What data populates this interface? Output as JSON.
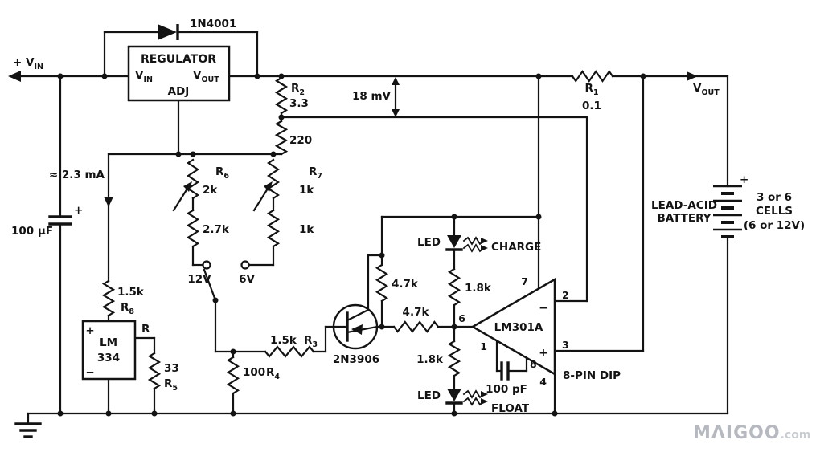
{
  "labels": {
    "vin_main": "+ V",
    "vin_sub": "IN",
    "diode": "1N4001",
    "reg_title": "REGULATOR",
    "reg_vin_main": "V",
    "reg_vin_sub": "IN",
    "reg_vout_main": "V",
    "reg_vout_sub": "OUT",
    "reg_adj": "ADJ",
    "r2_name": "R",
    "r2_sub": "2",
    "r2_val": "3.3",
    "r220": "220",
    "mv18": "18 mV",
    "i_adj": "≈ 2.3 mA",
    "cap_val": "100 µF",
    "cap_plus": "+",
    "r6_name": "R",
    "r6_sub": "6",
    "r6_val": "2k",
    "r27": "2.7k",
    "r7_name": "R",
    "r7_sub": "7",
    "r7_val": "1k",
    "r1k": "1k",
    "sw12": "12V",
    "sw6": "6V",
    "r8_val": "1.5k",
    "r8_name": "R",
    "r8_sub": "8",
    "lm334_top": "LM",
    "lm334_bot": "334",
    "lm334_plus": "+",
    "lm334_minus": "−",
    "lm334_pin_r": "R",
    "r5_val": "33",
    "r5_name": "R",
    "r5_sub": "5",
    "r3_val": "1.5k",
    "r3_name": "R",
    "r3_sub": "3",
    "q1": "2N3906",
    "r4_val": "100",
    "r4_name": "R",
    "r4_sub": "4",
    "r47v": "4.7k",
    "r47h": "4.7k",
    "r18a": "1.8k",
    "r18b": "1.8k",
    "led_a": "LED",
    "charge": "CHARGE",
    "led_b": "LED",
    "float": "FLOAT",
    "op_name": "LM301A",
    "op_minus": "−",
    "op_plus": "+",
    "p1": "1",
    "p2": "2",
    "p3": "3",
    "p4": "4",
    "p6": "6",
    "p7": "7",
    "p8": "8",
    "comp_cap": "100 pF",
    "dip": "8-PIN DIP",
    "r1_name": "R",
    "r1_sub": "1",
    "r1_val": "0.1",
    "vout_main": "V",
    "vout_sub": "OUT",
    "bat_l1": "LEAD-ACID",
    "bat_l2": "BATTERY",
    "bat_plus": "+",
    "cells_l1": "3 or 6",
    "cells_l2": "CELLS",
    "cells_l3": "(6 or 12V)"
  },
  "watermark": {
    "brand": "MΛIGOO",
    "suffix": ".com"
  },
  "colors": {
    "ink": "#131313",
    "background": "#ffffff",
    "watermark_grey": "#b6bac0"
  }
}
